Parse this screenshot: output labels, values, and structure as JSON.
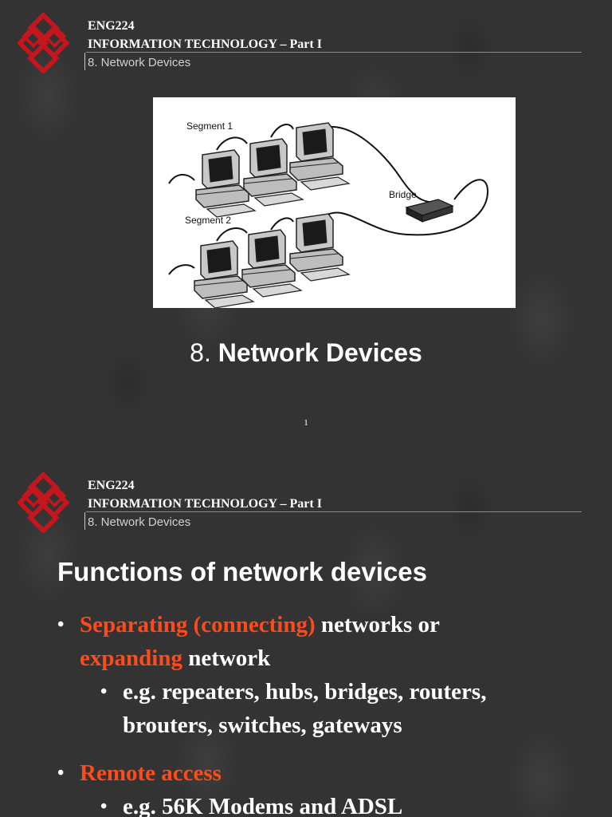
{
  "header": {
    "course": "ENG224",
    "subject": "INFORMATION TECHNOLOGY – Part I",
    "chapter": "8. Network Devices"
  },
  "colors": {
    "accent_red": "#ff4a1c",
    "logo_red": "#c4161c",
    "background": "#333333"
  },
  "slide1": {
    "figure": {
      "segment1_label": "Segment 1",
      "segment2_label": "Segment 2",
      "bridge_label": "Bridge"
    },
    "title_number": "8.",
    "title_text": "Network Devices",
    "page_number": "1"
  },
  "slide2": {
    "title": "Functions of network devices",
    "bullet1": {
      "red_a": "Separating (connecting)",
      "plain_a": " networks or",
      "red_b": "expanding",
      "plain_b": " network"
    },
    "bullet1_sub_line1": "e.g. repeaters, hubs, bridges, routers,",
    "bullet1_sub_line2": "brouters, switches, gateways",
    "bullet2": {
      "red": "Remote access"
    },
    "bullet2_sub": "e.g. 56K Modems and ADSL"
  }
}
